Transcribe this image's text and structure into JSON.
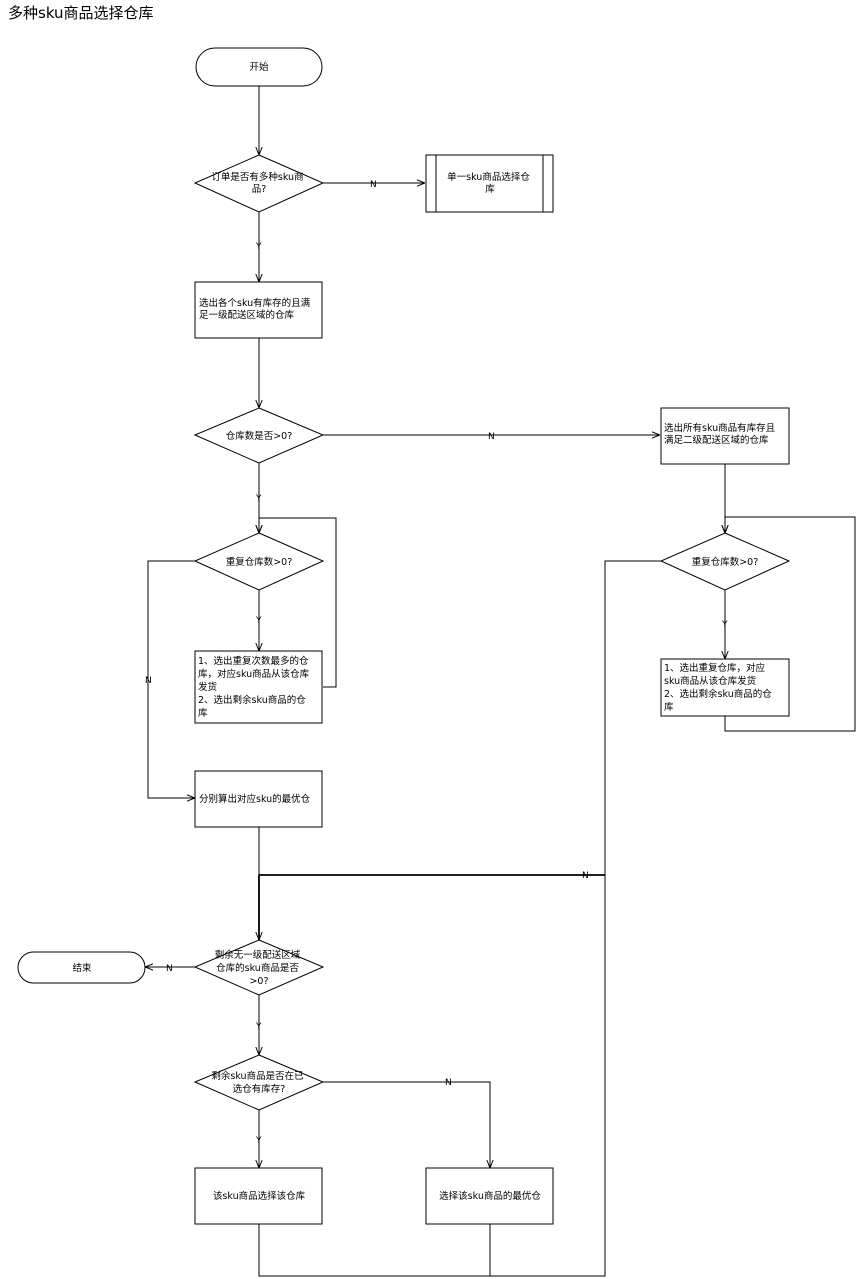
{
  "title": "多种sku商品选择仓库",
  "nodes": {
    "start": "开始",
    "d_multi_sku": [
      "订单是否有多种sku商",
      "品?"
    ],
    "p_single_sku": [
      "单一sku商品选择仓",
      "库"
    ],
    "p_select_level1": [
      "选出各个sku有库存的且满",
      "足一级配送区域的仓库"
    ],
    "d_count_gt0": [
      "仓库数是否>0?"
    ],
    "p_select_level2": [
      "选出所有sku商品有库存且",
      "满足二级配送区域的仓库"
    ],
    "d_dup_left": [
      "重复仓库数>0?"
    ],
    "p_dup_left": [
      "1、选出重复次数最多的仓",
      "库，对应sku商品从该仓库",
      "发货",
      "2、选出剩余sku商品的仓",
      "库"
    ],
    "d_dup_right": [
      "重复仓库数>0?"
    ],
    "p_dup_right": [
      "1、选出重复仓库，对应",
      "sku商品从该仓库发货",
      "2、选出剩余sku商品的仓",
      "库"
    ],
    "p_best_each": [
      "分别算出对应sku的最优仓"
    ],
    "d_remaining": [
      "剩余无一级配送区域",
      "仓库的sku商品是否",
      ">0?"
    ],
    "end": "结束",
    "d_in_selected": [
      "剩余sku商品是否在已",
      "选仓有库存?"
    ],
    "p_choose_this": [
      "该sku商品选择该仓库"
    ],
    "p_choose_best": [
      "选择该sku商品的最优仓"
    ]
  },
  "edge_labels": {
    "e1": "N",
    "e2": "Y",
    "e3": "N",
    "e4": "Y",
    "e5": "Y",
    "e6": "N",
    "e7": "Y",
    "e8": "N",
    "e9": "N",
    "e10": "Y",
    "e11": "N",
    "e12": "Y"
  }
}
